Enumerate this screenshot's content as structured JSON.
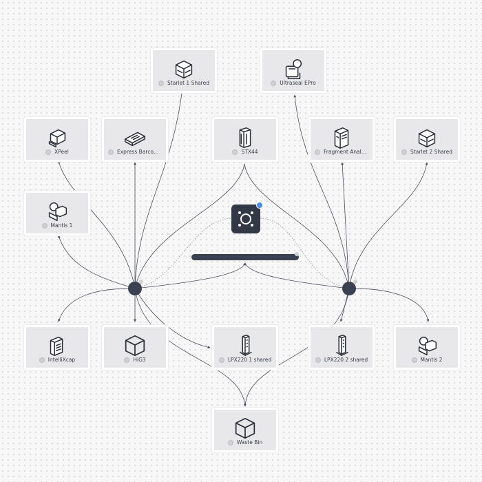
{
  "nodes": [
    {
      "id": "starlet1",
      "label": "Starlet 1 Shared",
      "icon": "machine-box-icon"
    },
    {
      "id": "ultraseal",
      "label": "Ultraseal EPro",
      "icon": "sealer-icon"
    },
    {
      "id": "xpeel",
      "label": "XPeel",
      "icon": "peeler-icon"
    },
    {
      "id": "barcode",
      "label": "Express Barcode Re...",
      "icon": "barcode-reader-icon"
    },
    {
      "id": "stx44",
      "label": "STX44",
      "icon": "incubator-icon"
    },
    {
      "id": "fragment",
      "label": "Fragment Analyzer",
      "icon": "analyzer-icon"
    },
    {
      "id": "starlet2",
      "label": "Starlet 2 Shared",
      "icon": "machine-box-icon"
    },
    {
      "id": "mantis1",
      "label": "Mantis 1",
      "icon": "dispenser-icon"
    },
    {
      "id": "intellixcap",
      "label": "IntelliXcap",
      "icon": "capper-icon"
    },
    {
      "id": "hig3",
      "label": "HiG3",
      "icon": "cube-icon"
    },
    {
      "id": "lpx1",
      "label": "LPX220 1 shared",
      "icon": "storage-tower-icon"
    },
    {
      "id": "lpx2",
      "label": "LPX220 2 shared",
      "icon": "storage-tower-icon"
    },
    {
      "id": "mantis2",
      "label": "Mantis 2",
      "icon": "dispenser-icon"
    },
    {
      "id": "waste",
      "label": "Waste Bin",
      "icon": "cube-icon"
    }
  ],
  "hubs": [
    {
      "id": "hub-left"
    },
    {
      "id": "hub-right"
    }
  ],
  "robot": {
    "icon": "robot-arm-icon",
    "status_color": "#4a8de8"
  },
  "colors": {
    "node_bg": "#e8e8eb",
    "hub": "#3a4150",
    "edge": "#4a4f5a",
    "dotted_edge": "#8a8e98"
  }
}
